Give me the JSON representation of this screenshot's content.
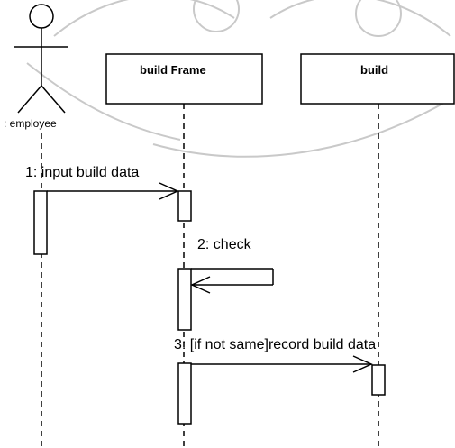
{
  "watermark_color": "#c9c9c9",
  "actors": [
    {
      "label": ": employee"
    }
  ],
  "objects": [
    {
      "label": "build Frame"
    },
    {
      "label": "build"
    }
  ],
  "messages": [
    {
      "label": "1: input build data"
    },
    {
      "label": "2: check"
    },
    {
      "label": "3: [if not same]record build data"
    }
  ]
}
